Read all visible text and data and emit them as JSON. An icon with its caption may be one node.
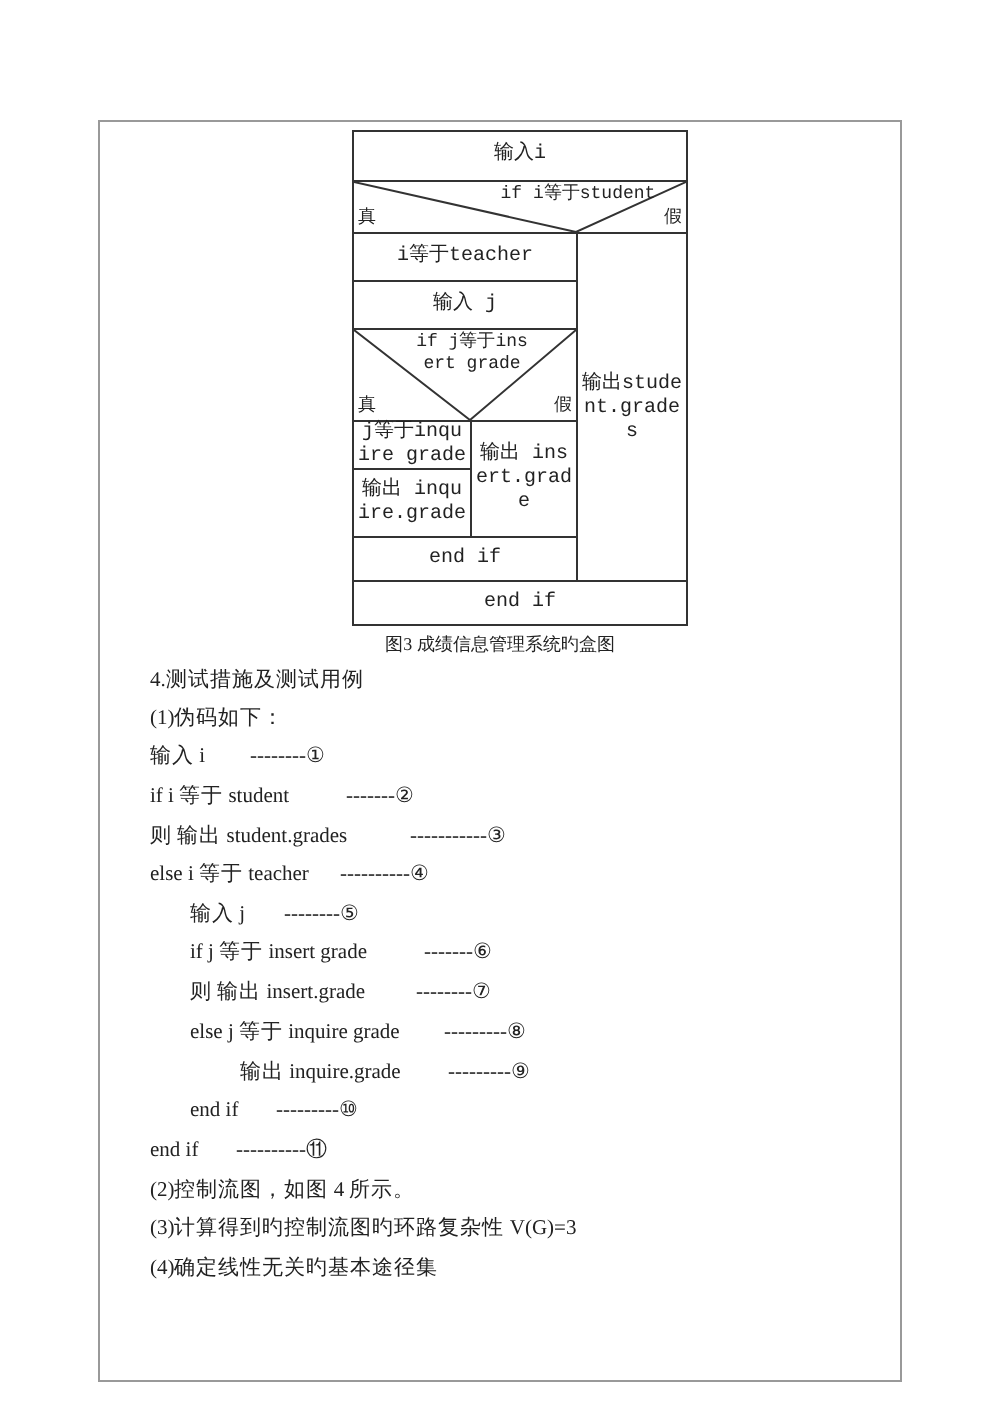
{
  "diagram": {
    "caption": "图3 成绩信息管理系统旳盒图",
    "nodes": [
      {
        "text": [
          "输入i"
        ]
      },
      {
        "text": [
          "if i等于student",
          "真",
          "假"
        ]
      },
      {
        "text": [
          "i等于teacher"
        ]
      },
      {
        "text": [
          "输入 j"
        ]
      },
      {
        "text": [
          "if j等于insert grade",
          "真",
          "假"
        ]
      },
      {
        "text": [
          "j等于inquire grade"
        ]
      },
      {
        "text": [
          "输出 inquire.grade"
        ]
      },
      {
        "text": [
          "输出 insert.grade"
        ]
      },
      {
        "text": [
          "end if"
        ]
      },
      {
        "text": [
          "输出student.grades"
        ]
      },
      {
        "text": [
          "end if"
        ]
      }
    ],
    "labels": [
      "4.测试措施及测试用例",
      "(1)伪码如下：",
      "输入 i",
      "--------①",
      "if i 等于 student",
      "-------②",
      "则 输出 student.grades",
      "-----------③",
      "else i 等于 teacher",
      "----------④",
      "输入 j",
      "--------⑤",
      "if j 等于 insert grade",
      "-------⑥",
      "则 输出 insert.grade",
      "--------⑦",
      "else j 等于 inquire grade",
      "---------⑧",
      "输出 inquire.grade",
      "---------⑨",
      "end if",
      "---------⑩",
      "end if",
      "----------⑪",
      "(2)控制流图，如图 4 所示。",
      "(3)计算得到旳控制流图旳环路复杂性 V(G)=3",
      "(4)确定线性无关旳基本途径集"
    ]
  }
}
